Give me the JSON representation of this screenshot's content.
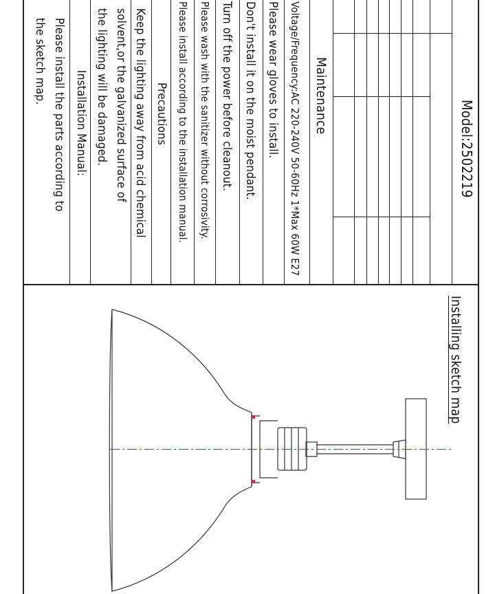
{
  "model": "Model:2502219",
  "sketch_title": "Installing sketch map",
  "maintenance": {
    "heading": "Maintenance",
    "voltage": "Voltage/Frequency:AC  220-240V  50-60Hz  1*Max 60W E27",
    "items": [
      "Please wear gloves to install.",
      "Don't install it on the moist pendant.",
      "Turn off the power before cleanout.",
      "Please wash with the sanitizer without corrosivity.",
      "Please install according to the installation manual."
    ]
  },
  "precautions": {
    "heading": "Precautions",
    "lines": [
      "Keep the lighting away from acid chemical",
      "solvent,or the galvanized surface of",
      "the lighting will be damaged."
    ]
  },
  "installation": {
    "heading": "Installation Manual:",
    "lines": [
      "Please install the parts according to",
      "the sketch map."
    ]
  },
  "colors": {
    "line": "#222222",
    "centerline": "#d0262b",
    "accent": "#c0304a"
  }
}
